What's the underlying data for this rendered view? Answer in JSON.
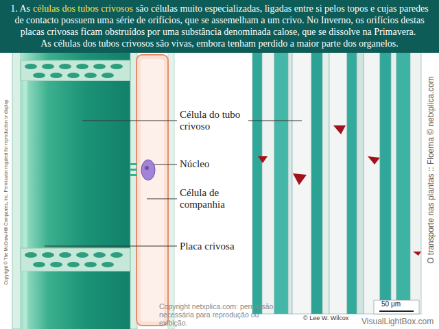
{
  "diagram": {
    "labels": [
      "1. As",
      "células dos tubos crivosos",
      "são células muito especializadas, ligadas entre si pelos topos e cujas paredes de contacto possuem uma série de orifícios, que se assemelham  a um crivo. No Inverno, os orifícios destas placas crivosas ficam obstruídos por uma substância denominada calose, que se dissolve na Primavera.",
      "As células dos tubos crivosos são vivas, embora tenham perdido a maior parte dos organelos.",
      "Célula do tubo crivoso",
      "Núcleo",
      "Célula de companhia",
      "Placa crivosa",
      "Copyright © The McGraw-Hill Companies, Inc. Permission required for reproduction or display.",
      "O transporte nas plantas :: Floema © netxplica.com",
      "Copyright netxplica.com: permissão necessária para reprodução ou exibição.",
      "50 μm",
      "© Lee W. Wilcox",
      "VisualLightBox.com"
    ]
  }
}
